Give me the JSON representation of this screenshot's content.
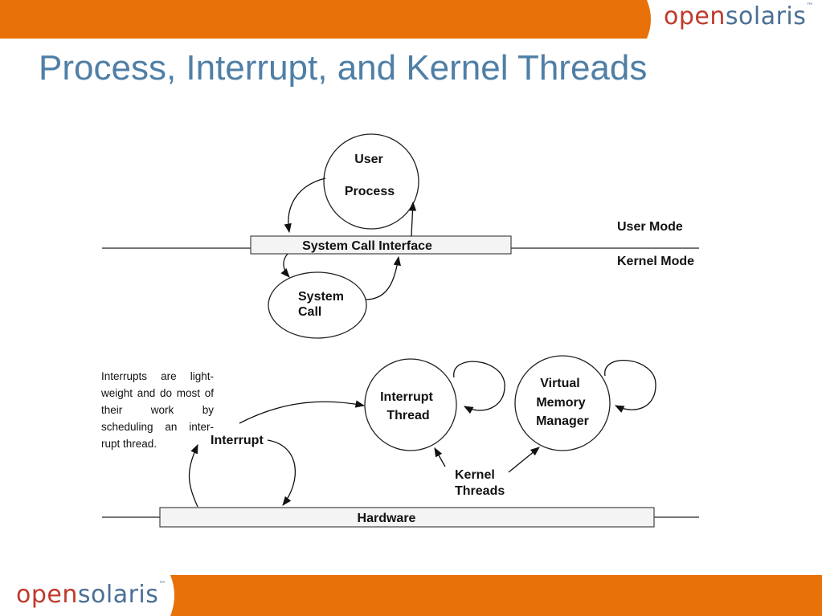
{
  "title": "Process, Interrupt, and Kernel Threads",
  "logo": {
    "open": "open",
    "solaris": "solaris",
    "tm": "™"
  },
  "colors": {
    "orange_bar": "#e8710a",
    "title_blue": "#4f7fa6",
    "logo_red": "#c0392b",
    "logo_blue": "#4a6f97"
  },
  "diagram": {
    "user_process": {
      "line1": "User",
      "line2": "Process"
    },
    "system_call_interface": "System Call Interface",
    "user_mode": "User Mode",
    "kernel_mode": "Kernel Mode",
    "system_call": {
      "line1": "System",
      "line2": "Call"
    },
    "interrupt_thread": {
      "line1": "Interrupt",
      "line2": "Thread"
    },
    "virtual_memory_manager": {
      "line1": "Virtual",
      "line2": "Memory",
      "line3": "Manager"
    },
    "interrupt": "Interrupt",
    "kernel_threads": {
      "line1": "Kernel",
      "line2": "Threads"
    },
    "hardware": "Hardware",
    "note": "Interrupts are light-weight and do most of their work by scheduling an inter-rupt thread."
  }
}
